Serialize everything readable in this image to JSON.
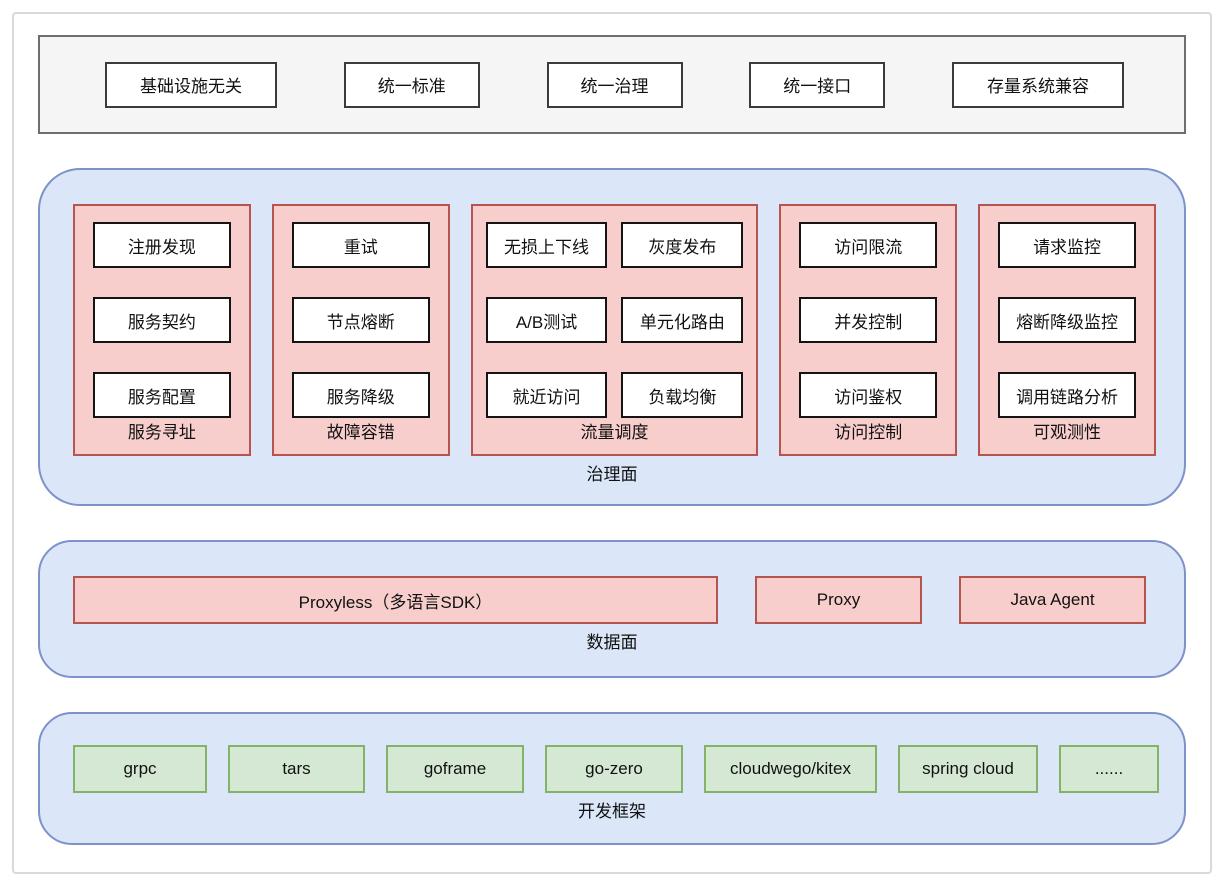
{
  "principles": {
    "items": [
      "基础设施无关",
      "统一标准",
      "统一治理",
      "统一接口",
      "存量系统兼容"
    ]
  },
  "governance": {
    "label": "治理面",
    "groups": [
      {
        "label": "服务寻址",
        "columns": 1,
        "items": [
          "注册发现",
          "服务契约",
          "服务配置"
        ]
      },
      {
        "label": "故障容错",
        "columns": 1,
        "items": [
          "重试",
          "节点熔断",
          "服务降级"
        ]
      },
      {
        "label": "流量调度",
        "columns": 2,
        "items": [
          "无损上下线",
          "灰度发布",
          "A/B测试",
          "单元化路由",
          "就近访问",
          "负载均衡"
        ]
      },
      {
        "label": "访问控制",
        "columns": 1,
        "items": [
          "访问限流",
          "并发控制",
          "访问鉴权"
        ]
      },
      {
        "label": "可观测性",
        "columns": 1,
        "items": [
          "请求监控",
          "熔断降级监控",
          "调用链路分析"
        ]
      }
    ]
  },
  "data_plane": {
    "label": "数据面",
    "items": [
      "Proxyless（多语言SDK）",
      "Proxy",
      "Java Agent"
    ]
  },
  "frameworks": {
    "label": "开发框架",
    "items": [
      "grpc",
      "tars",
      "goframe",
      "go-zero",
      "cloudwego/kitex",
      "spring cloud",
      "......"
    ]
  },
  "colors": {
    "pink_fill": "#f8cecc",
    "pink_border": "#b85450",
    "blue_fill": "#dbe7f9",
    "blue_border": "#7d92c8",
    "green_fill": "#d5e8d4",
    "green_border": "#82b366",
    "gray_fill": "#f5f5f5",
    "gray_border": "#6e6e6e"
  }
}
